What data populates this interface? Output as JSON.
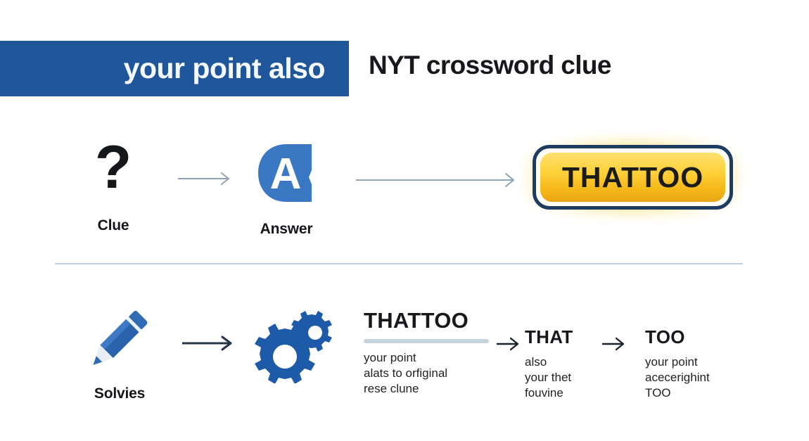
{
  "header": {
    "clue_phrase": "your point also",
    "title": "NYT crossword clue",
    "bar_color": "#1f5699",
    "title_color": "#16181c"
  },
  "flow_top": {
    "clue": {
      "icon": "question-mark-icon",
      "glyph": "?",
      "caption": "Clue"
    },
    "arrow_1": "arrow-right-icon",
    "answer": {
      "icon": "answer-letter-a-icon",
      "letter": "A",
      "caption": "Answer",
      "icon_color": "#3b78c4"
    },
    "arrow_2": "long-arrow-right-icon",
    "result_badge": {
      "text": "THATTOO",
      "border_color": "#1c3c61",
      "fill_color": "#ffd23d",
      "glow_color": "#ffcd32"
    }
  },
  "flow_bottom": {
    "solver": {
      "icon": "pencil-icon",
      "caption": "Solvies"
    },
    "arrow_1": "arrow-right-icon",
    "process": {
      "icon": "gears-icon",
      "color": "#1d5aa8"
    },
    "breakdown": [
      {
        "word": "THATTOO",
        "rule": true,
        "description": "your point\nalats to orfiginal\nrese clune"
      },
      {
        "word": "THAT",
        "rule": false,
        "description": "also\n your thet\nfouvine"
      },
      {
        "word": "TOO",
        "rule": false,
        "description": "your point\nacecerighint\nTOO"
      }
    ],
    "arrow_2": "arrow-right-icon",
    "arrow_3": "arrow-right-icon"
  }
}
